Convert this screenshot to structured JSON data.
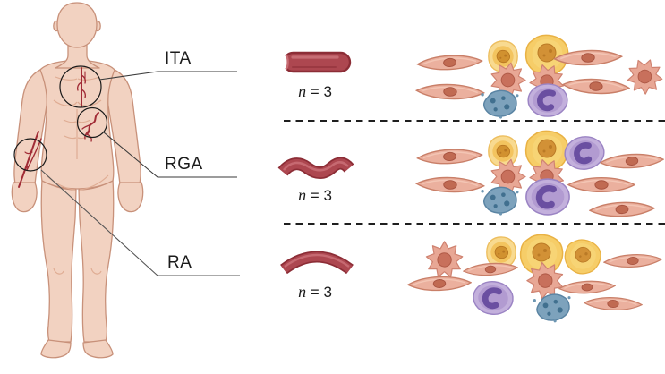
{
  "figure": {
    "sites": [
      {
        "label": "ITA",
        "vessel_shape": "straight-tube",
        "n_symbol": "n",
        "n_value": " = 3",
        "cells": {
          "smooth_muscle_cells": 4,
          "macrophages": 3,
          "adipocytes": 2,
          "monocytes": 1,
          "microbes": 1
        }
      },
      {
        "label": "RGA",
        "vessel_shape": "tortuous-tube",
        "n_symbol": "n",
        "n_value": " = 3",
        "cells": {
          "smooth_muscle_cells": 5,
          "macrophages": 2,
          "adipocytes": 2,
          "monocytes": 2,
          "microbes": 1
        }
      },
      {
        "label": "RA",
        "vessel_shape": "curved-tube",
        "n_symbol": "n",
        "n_value": " = 3",
        "cells": {
          "smooth_muscle_cells": 5,
          "macrophages": 2,
          "adipocytes": 3,
          "monocytes": 1,
          "microbes": 1
        }
      }
    ],
    "cell_icon_types": [
      "smooth-muscle-cell",
      "adipocyte",
      "macrophage",
      "monocyte",
      "microbe"
    ],
    "colors": {
      "background": "#ffffff",
      "skin": "#f2d2c1",
      "skin_outline": "#c8917a",
      "skin_shading": "#dfac93",
      "artery_red": "#a12c36",
      "vessel_outline": "#8c2d36",
      "vessel_body": "#ad4750",
      "vessel_highlight": "#c76c73",
      "smooth_muscle_pink": "#ebb09e",
      "adipocyte_yellow": "#f6cd68",
      "macrophage_pink": "#e8a795",
      "monocyte_purple": "#c3b0dc",
      "microbe_blue": "#7da2bc",
      "leader_line": "#3a3a3a",
      "dashed_line": "#1f1f1f"
    }
  }
}
